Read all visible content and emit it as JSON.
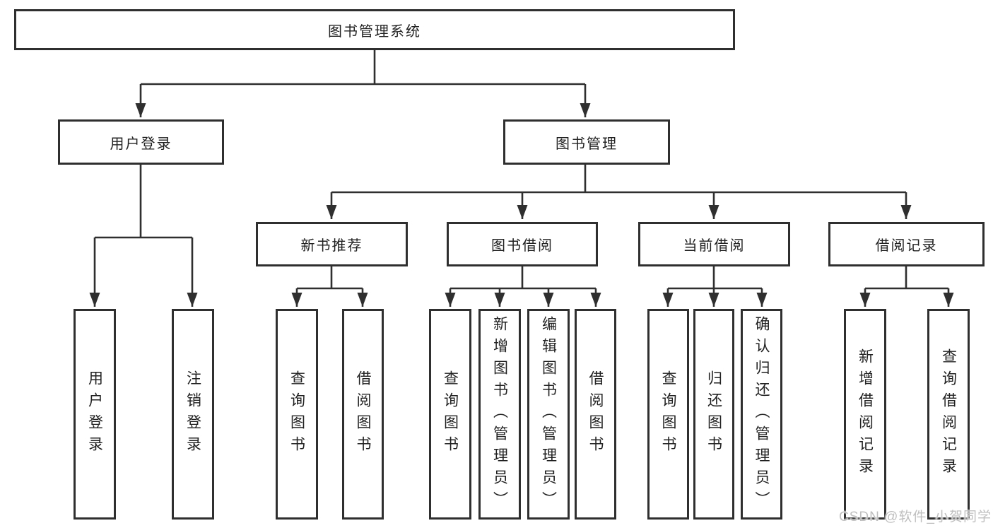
{
  "colors": {
    "line": "#2f2f2f",
    "text": "#212121",
    "bg": "#ffffff",
    "wm": "#bfbfbf"
  },
  "watermark": {
    "text": "CSDN @软件_小贺同学"
  },
  "nodes": {
    "root": {
      "label": "图书管理系统"
    },
    "user_login_group": {
      "label": "用户登录"
    },
    "book_mgmt_group": {
      "label": "图书管理"
    },
    "new_book_rec": {
      "label": "新书推荐"
    },
    "book_borrow": {
      "label": "图书借阅"
    },
    "current_borrow": {
      "label": "当前借阅"
    },
    "borrow_records": {
      "label": "借阅记录"
    },
    "leaves": {
      "user_login": {
        "label": "用户登录"
      },
      "logout": {
        "label": "注销登录"
      },
      "rec_query_books": {
        "label": "查询图书"
      },
      "rec_borrow_books": {
        "label": "借阅图书"
      },
      "bb_query_books": {
        "label": "查询图书"
      },
      "bb_add_books": {
        "label": "新增图书（管理员）"
      },
      "bb_edit_books": {
        "label": "编辑图书（管理员）"
      },
      "bb_borrow_books": {
        "label": "借阅图书"
      },
      "cb_query_books": {
        "label": "查询图书"
      },
      "cb_return_books": {
        "label": "归还图书"
      },
      "cb_confirm_return": {
        "label": "确认归还（管理员）"
      },
      "br_add_record": {
        "label": "新增借阅记录"
      },
      "br_query_record": {
        "label": "查询借阅记录"
      }
    }
  }
}
